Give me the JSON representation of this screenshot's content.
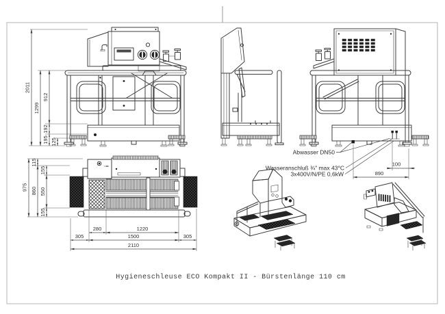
{
  "drawing": {
    "caption": "Hygieneschleuse ECO Kompakt II - Bürstenlänge 110 cm"
  },
  "connections": {
    "drain_label": "Abwasser DN50",
    "water_label": "Wasseranschluß ¾\" max 43°C",
    "power_label": "3x400V/N/PE 0,6kW"
  },
  "front_dims": {
    "total_height": "2011",
    "rail_height": "1299",
    "rail_to_basin": "912",
    "basin_height": "192",
    "base_height": "195",
    "step_height": "125"
  },
  "plan_dims": {
    "depth_total": "975",
    "depth_body": "860",
    "depth_front": "115",
    "side_top": "155",
    "walk_width": "550",
    "side_bottom": "155",
    "brush_offset": "280",
    "brush_length": "1220",
    "side_left": "305",
    "frame_length": "1500",
    "side_right": "305",
    "total_length": "2110"
  },
  "back_dims": {
    "conn_offset": "100",
    "conn_width": "890"
  },
  "colors": {
    "line": "#3c3c3c",
    "frame_border": "#b5b5b5",
    "text": "#2e2e2e",
    "background": "#ffffff"
  }
}
